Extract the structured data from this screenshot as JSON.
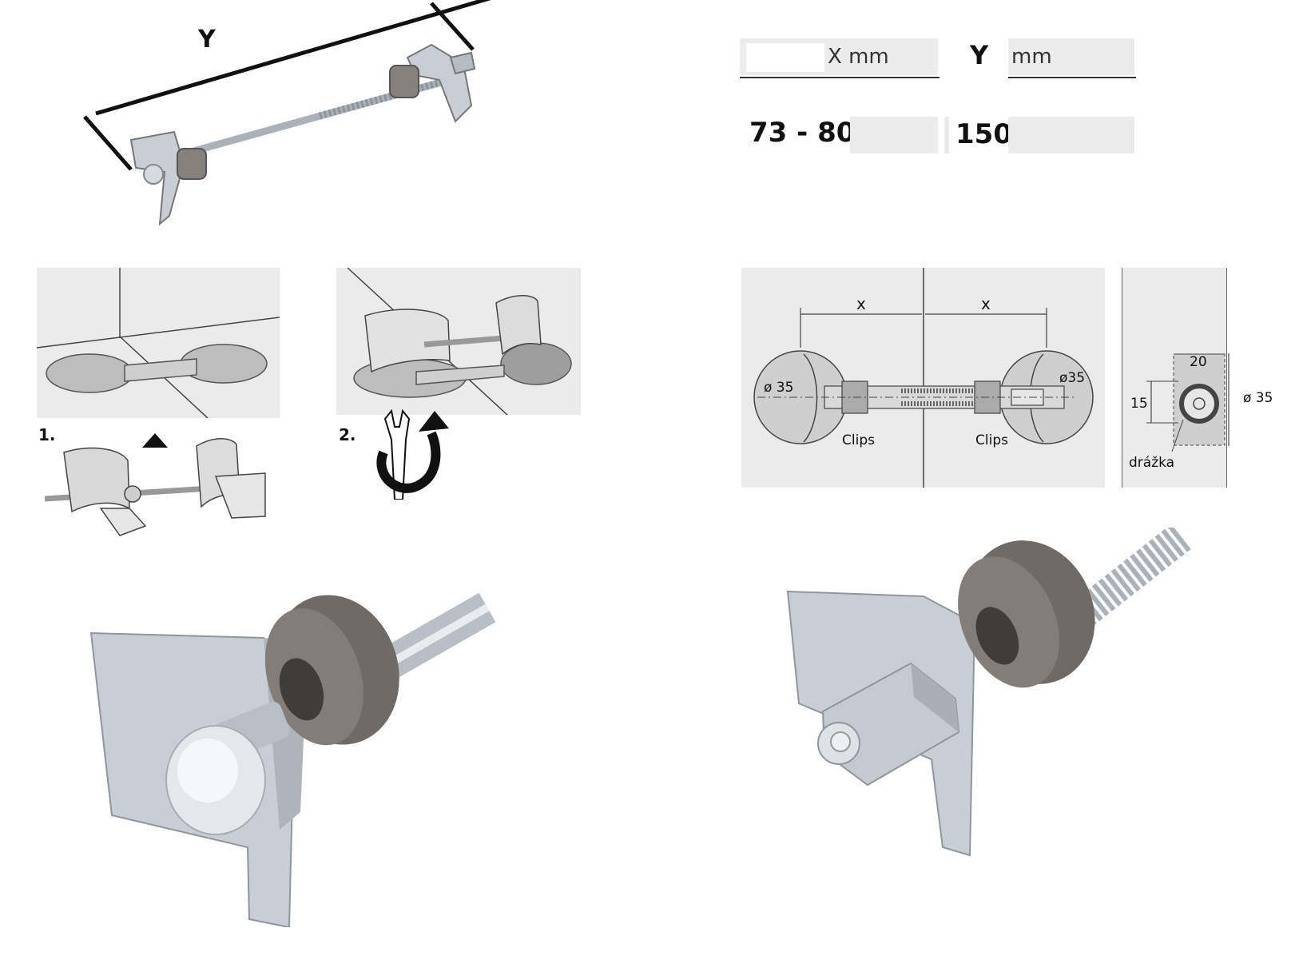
{
  "overview": {
    "length_label": "Y"
  },
  "spec_table": {
    "header": {
      "x_unit": "X mm",
      "y_label": "Y",
      "y_unit": "mm"
    },
    "row": {
      "x_value": "73 - 80",
      "y_value": "150"
    }
  },
  "steps": [
    {
      "label": "1."
    },
    {
      "label": "2."
    }
  ],
  "tech_drawing": {
    "dim_x_left": "x",
    "dim_x_right": "x",
    "dia_left": "ø 35",
    "dia_right": "ø35",
    "clips_left": "Clips",
    "clips_right": "Clips"
  },
  "side_view": {
    "width": "20",
    "height": "15",
    "diameter": "ø 35",
    "groove": "drážka"
  },
  "colors": {
    "metal": "#c9ced4",
    "plastic": "#6f6a66",
    "panel": "#ebebeb"
  }
}
